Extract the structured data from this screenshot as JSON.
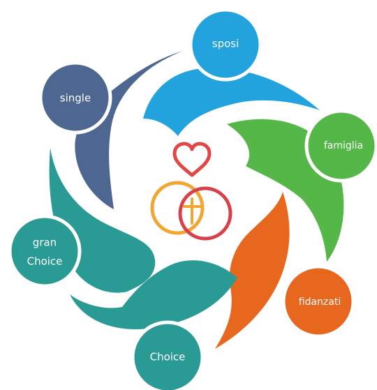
{
  "nodes": [
    {
      "id": "sposi",
      "label": "sposi",
      "color": "#23a3dd"
    },
    {
      "id": "famiglia",
      "label": "famiglia",
      "color": "#55b747"
    },
    {
      "id": "fidanzati",
      "label": "fidanzati",
      "color": "#e8671e"
    },
    {
      "id": "choice",
      "label": "Choice",
      "color": "#2a9a94"
    },
    {
      "id": "gran-choice",
      "label_line1": "gran",
      "label_line2": "Choice",
      "color": "#2a9a94"
    },
    {
      "id": "single",
      "label": "single",
      "color": "#4d6790"
    }
  ],
  "center_emblem": {
    "heart_color": "#e04848",
    "ring_left_color": "#f2a531",
    "ring_right_color": "#d9414a",
    "cross_color": "#f2a531"
  }
}
